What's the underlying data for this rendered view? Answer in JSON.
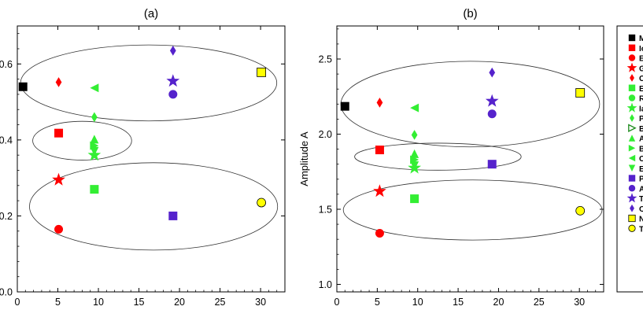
{
  "chart_data": [
    {
      "type": "scatter",
      "title": "(a)",
      "xlabel": "",
      "ylabel": "",
      "xlim": [
        0,
        33
      ],
      "ylim": [
        0.0,
        0.7
      ],
      "xticks": [
        {
          "v": 0,
          "label": "0"
        },
        {
          "v": 5,
          "label": "5"
        },
        {
          "v": 10,
          "label": "10"
        },
        {
          "v": 15,
          "label": "15"
        },
        {
          "v": 20,
          "label": "20"
        },
        {
          "v": 25,
          "label": "25"
        },
        {
          "v": 30,
          "label": "30"
        }
      ],
      "yticks": [
        {
          "v": 0.0,
          "label": "0.0"
        },
        {
          "v": 0.2,
          "label": "0.2"
        },
        {
          "v": 0.4,
          "label": "0.4"
        },
        {
          "v": 0.6,
          "label": "0.6"
        }
      ],
      "grid": false,
      "points": [
        {
          "x": 0.7,
          "y": 0.54,
          "marker": "square",
          "color": "#000000"
        },
        {
          "x": 5.1,
          "y": 0.552,
          "marker": "diamond",
          "color": "#ff0000"
        },
        {
          "x": 9.5,
          "y": 0.537,
          "marker": "triangle-left",
          "color": "#33ee33"
        },
        {
          "x": 19.2,
          "y": 0.635,
          "marker": "diamond",
          "color": "#5522cc"
        },
        {
          "x": 19.2,
          "y": 0.555,
          "marker": "star",
          "color": "#5522cc"
        },
        {
          "x": 19.2,
          "y": 0.52,
          "marker": "circle",
          "color": "#5522cc"
        },
        {
          "x": 30.1,
          "y": 0.578,
          "marker": "square",
          "color": "#ffff00"
        },
        {
          "x": 9.5,
          "y": 0.46,
          "marker": "diamond",
          "color": "#33ee33"
        },
        {
          "x": 5.1,
          "y": 0.418,
          "marker": "square",
          "color": "#ff0000"
        },
        {
          "x": 9.5,
          "y": 0.402,
          "marker": "triangle-up",
          "color": "#33ee33"
        },
        {
          "x": 9.5,
          "y": 0.385,
          "marker": "triangle-right",
          "color": "#33ee33"
        },
        {
          "x": 9.5,
          "y": 0.37,
          "marker": "triangle-down",
          "color": "#33ee33"
        },
        {
          "x": 9.5,
          "y": 0.36,
          "marker": "star",
          "color": "#33ee33"
        },
        {
          "x": 5.1,
          "y": 0.295,
          "marker": "star",
          "color": "#ff0000"
        },
        {
          "x": 9.5,
          "y": 0.27,
          "marker": "square",
          "color": "#33ee33"
        },
        {
          "x": 30.1,
          "y": 0.235,
          "marker": "circle",
          "color": "#ffff00"
        },
        {
          "x": 19.2,
          "y": 0.2,
          "marker": "square",
          "color": "#5522cc"
        },
        {
          "x": 5.1,
          "y": 0.165,
          "marker": "circle",
          "color": "#ff0000"
        }
      ],
      "ellipses": [
        {
          "cx": 16.2,
          "cy": 0.55,
          "rx": 15.8,
          "ry": 0.1
        },
        {
          "cx": 8.0,
          "cy": 0.398,
          "rx": 6.1,
          "ry": 0.051
        },
        {
          "cx": 16.8,
          "cy": 0.225,
          "rx": 15.3,
          "ry": 0.115
        }
      ]
    },
    {
      "type": "scatter",
      "title": "(b)",
      "xlabel": "",
      "ylabel": "Amplitude A",
      "xlim": [
        0,
        33
      ],
      "ylim": [
        0.95,
        2.72
      ],
      "xticks": [
        {
          "v": 0,
          "label": "0"
        },
        {
          "v": 5,
          "label": "5"
        },
        {
          "v": 10,
          "label": "10"
        },
        {
          "v": 15,
          "label": "15"
        },
        {
          "v": 20,
          "label": "20"
        },
        {
          "v": 25,
          "label": "25"
        },
        {
          "v": 30,
          "label": "30"
        }
      ],
      "yticks": [
        {
          "v": 1.0,
          "label": "1.0"
        },
        {
          "v": 1.5,
          "label": "1.5"
        },
        {
          "v": 2.0,
          "label": "2.0"
        },
        {
          "v": 2.5,
          "label": "2.5"
        }
      ],
      "grid": false,
      "points": [
        {
          "x": 1.0,
          "y": 2.185,
          "marker": "square",
          "color": "#000000"
        },
        {
          "x": 5.3,
          "y": 2.21,
          "marker": "diamond",
          "color": "#ff0000"
        },
        {
          "x": 9.6,
          "y": 2.175,
          "marker": "triangle-left",
          "color": "#33ee33"
        },
        {
          "x": 19.2,
          "y": 2.41,
          "marker": "diamond",
          "color": "#5522cc"
        },
        {
          "x": 19.2,
          "y": 2.22,
          "marker": "star",
          "color": "#5522cc"
        },
        {
          "x": 19.2,
          "y": 2.135,
          "marker": "circle",
          "color": "#5522cc"
        },
        {
          "x": 30.1,
          "y": 2.275,
          "marker": "square",
          "color": "#ffff00"
        },
        {
          "x": 9.6,
          "y": 1.995,
          "marker": "diamond",
          "color": "#33ee33"
        },
        {
          "x": 5.3,
          "y": 1.895,
          "marker": "square",
          "color": "#ff0000"
        },
        {
          "x": 9.6,
          "y": 1.87,
          "marker": "triangle-up",
          "color": "#33ee33"
        },
        {
          "x": 9.6,
          "y": 1.83,
          "marker": "triangle-right",
          "color": "#33ee33"
        },
        {
          "x": 9.6,
          "y": 1.79,
          "marker": "triangle-down",
          "color": "#33ee33"
        },
        {
          "x": 9.6,
          "y": 1.775,
          "marker": "star",
          "color": "#33ee33"
        },
        {
          "x": 19.2,
          "y": 1.8,
          "marker": "square",
          "color": "#5522cc"
        },
        {
          "x": 5.3,
          "y": 1.62,
          "marker": "star",
          "color": "#ff0000"
        },
        {
          "x": 9.6,
          "y": 1.57,
          "marker": "square",
          "color": "#33ee33"
        },
        {
          "x": 30.1,
          "y": 1.49,
          "marker": "circle",
          "color": "#ffff00"
        },
        {
          "x": 5.3,
          "y": 1.34,
          "marker": "circle",
          "color": "#ff0000"
        }
      ],
      "ellipses": [
        {
          "cx": 16.5,
          "cy": 2.2,
          "rx": 16.0,
          "ry": 0.285
        },
        {
          "cx": 12.5,
          "cy": 1.85,
          "rx": 10.3,
          "ry": 0.09
        },
        {
          "cx": 16.8,
          "cy": 1.495,
          "rx": 16.0,
          "ry": 0.2
        }
      ]
    }
  ],
  "legend": {
    "placement": "right",
    "entries": [
      {
        "label": "M",
        "marker": "square",
        "color": "#000000"
      },
      {
        "label": "Io",
        "marker": "square",
        "color": "#ff0000"
      },
      {
        "label": "Eu",
        "marker": "circle",
        "color": "#ff0000"
      },
      {
        "label": "Gi",
        "marker": "star",
        "color": "#ff0000"
      },
      {
        "label": "Cu",
        "marker": "diamond",
        "color": "#ff0000"
      },
      {
        "label": "En",
        "marker": "square",
        "color": "#33ee33"
      },
      {
        "label": "Rh",
        "marker": "circle",
        "color": "#33ee33"
      },
      {
        "label": "Ia",
        "marker": "star",
        "color": "#33ee33"
      },
      {
        "label": "Ph",
        "marker": "diamond",
        "color": "#33ee33"
      },
      {
        "label": "B",
        "marker": "triangle-right-open",
        "color": "#33ee33"
      },
      {
        "label": "A",
        "marker": "triangle-up",
        "color": "#33ee33"
      },
      {
        "label": "B",
        "marker": "triangle-right",
        "color": "#33ee33"
      },
      {
        "label": "C",
        "marker": "triangle-left",
        "color": "#33ee33"
      },
      {
        "label": "E",
        "marker": "triangle-down",
        "color": "#33ee33"
      },
      {
        "label": "Pc",
        "marker": "square",
        "color": "#5522cc"
      },
      {
        "label": "Ar",
        "marker": "circle",
        "color": "#5522cc"
      },
      {
        "label": "Ti",
        "marker": "star",
        "color": "#5522cc"
      },
      {
        "label": "O",
        "marker": "diamond",
        "color": "#5522cc"
      },
      {
        "label": "Ne",
        "marker": "square",
        "color": "#ffff00"
      },
      {
        "label": "Tr",
        "marker": "circle",
        "color": "#ffff00"
      }
    ]
  }
}
